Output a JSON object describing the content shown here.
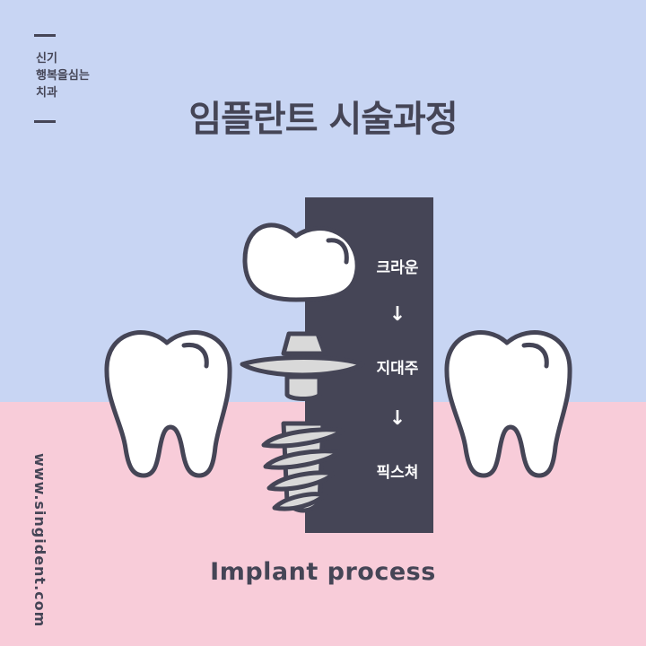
{
  "brand": {
    "lines": [
      "신기",
      "행복을심는",
      "치과"
    ]
  },
  "title": "임플란트 시술과정",
  "website": "www.singident.com",
  "steps": [
    {
      "label": "크라운"
    },
    {
      "label": "지대주"
    },
    {
      "label": "픽스쳐"
    }
  ],
  "arrow_glyph": "↓",
  "subtitle": "Implant  process",
  "colors": {
    "sky": "#c8d5f3",
    "pink": "#f8ccd9",
    "ink": "#454556",
    "tooth": "#ffffff",
    "metal": "#d9d9d9"
  }
}
